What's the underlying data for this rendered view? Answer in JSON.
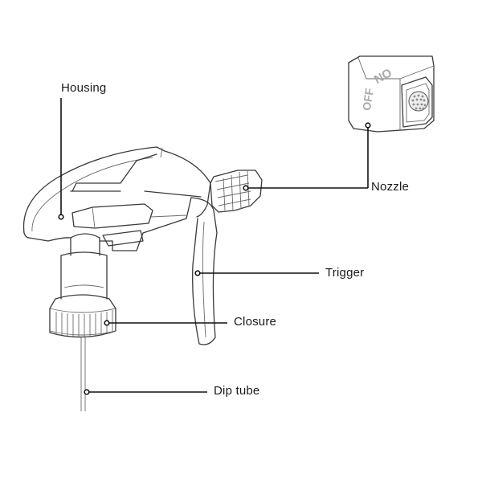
{
  "labels": {
    "housing": "Housing",
    "nozzle": "Nozzle",
    "trigger": "Trigger",
    "closure": "Closure",
    "dip_tube": "Dip tube"
  },
  "nozzle_markings": {
    "on": "ON",
    "off": "OFF"
  }
}
